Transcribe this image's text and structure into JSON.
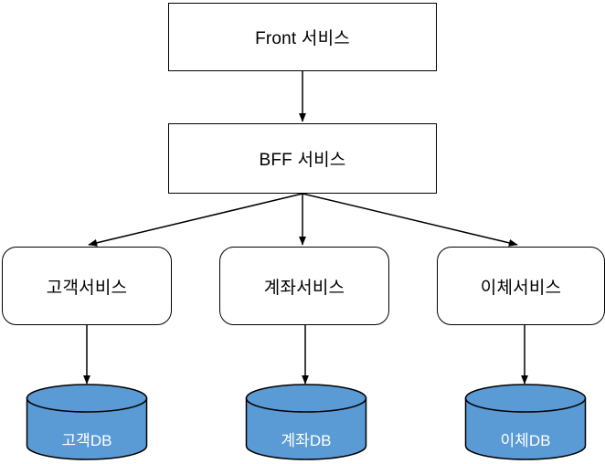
{
  "diagram": {
    "title": "Microservice architecture diagram",
    "background": "#ffffff",
    "line_color": "#000000",
    "db_fill": "#5B9BD5",
    "db_text_color": "#ffffff",
    "node_fill": "#ffffff"
  },
  "nodes": {
    "front_service": {
      "label": "Front 서비스",
      "shape": "rectangle"
    },
    "bff_service": {
      "label": "BFF 서비스",
      "shape": "rectangle"
    },
    "customer_service": {
      "label": "고객서비스",
      "shape": "rounded-rectangle"
    },
    "account_service": {
      "label": "계좌서비스",
      "shape": "rounded-rectangle"
    },
    "transfer_service": {
      "label": "이체서비스",
      "shape": "rounded-rectangle"
    },
    "customer_db": {
      "label": "고객DB",
      "shape": "cylinder"
    },
    "account_db": {
      "label": "계좌DB",
      "shape": "cylinder"
    },
    "transfer_db": {
      "label": "이체DB",
      "shape": "cylinder"
    }
  },
  "edges": [
    {
      "from": "front_service",
      "to": "bff_service"
    },
    {
      "from": "bff_service",
      "to": "customer_service"
    },
    {
      "from": "bff_service",
      "to": "account_service"
    },
    {
      "from": "bff_service",
      "to": "transfer_service"
    },
    {
      "from": "customer_service",
      "to": "customer_db"
    },
    {
      "from": "account_service",
      "to": "account_db"
    },
    {
      "from": "transfer_service",
      "to": "transfer_db"
    }
  ]
}
